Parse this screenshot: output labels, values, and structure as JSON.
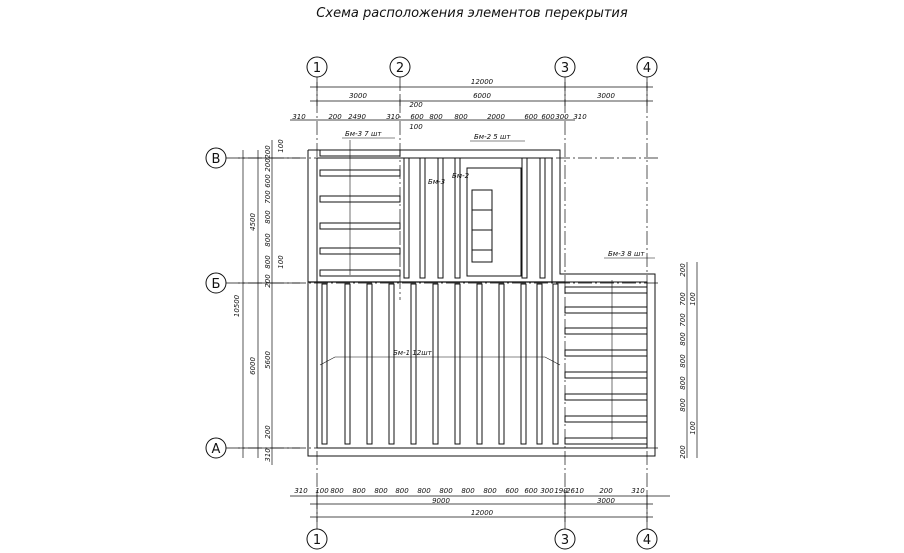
{
  "title": "Схема расположения элементов перекрытия",
  "axes": {
    "vertical": [
      "1",
      "2",
      "3",
      "4"
    ],
    "horizontal": [
      "В",
      "Б",
      "А"
    ]
  },
  "dims": {
    "top_total": "12000",
    "top_spans": [
      "3000",
      "6000",
      "3000"
    ],
    "top_200": "200",
    "top_100": "100",
    "top_details": [
      "310",
      "200",
      "2490",
      "310",
      "600",
      "800",
      "800",
      "2000",
      "600",
      "600",
      "300",
      "310"
    ],
    "bottom_details": [
      "310",
      "100",
      "800",
      "800",
      "800",
      "800",
      "800",
      "800",
      "800",
      "800",
      "600",
      "600",
      "300",
      "190",
      "2610",
      "200",
      "310"
    ],
    "bottom_spans": [
      "9000",
      "3000"
    ],
    "bottom_total": "12000",
    "left_total": "10500",
    "left_spans": [
      "4500",
      "6000"
    ],
    "left_sub": [
      "5600",
      "200"
    ],
    "left_details_upper": [
      "100",
      "200",
      "200",
      "600",
      "700",
      "800",
      "800",
      "800",
      "100"
    ],
    "left_details_lower": [
      "200",
      "310"
    ],
    "right_details": [
      "200",
      "700",
      "100",
      "700",
      "800",
      "800",
      "800",
      "800",
      "100",
      "200"
    ]
  },
  "labels": {
    "bm3_top": "Бм-3  7 шт",
    "bm2": "Бм-2  5 шт",
    "bm2_small": "Бм-2",
    "bm3_small": "Бм-3",
    "bm3_right": "Бм-3  8 шт",
    "bm1": "Бм-1  12шт"
  }
}
